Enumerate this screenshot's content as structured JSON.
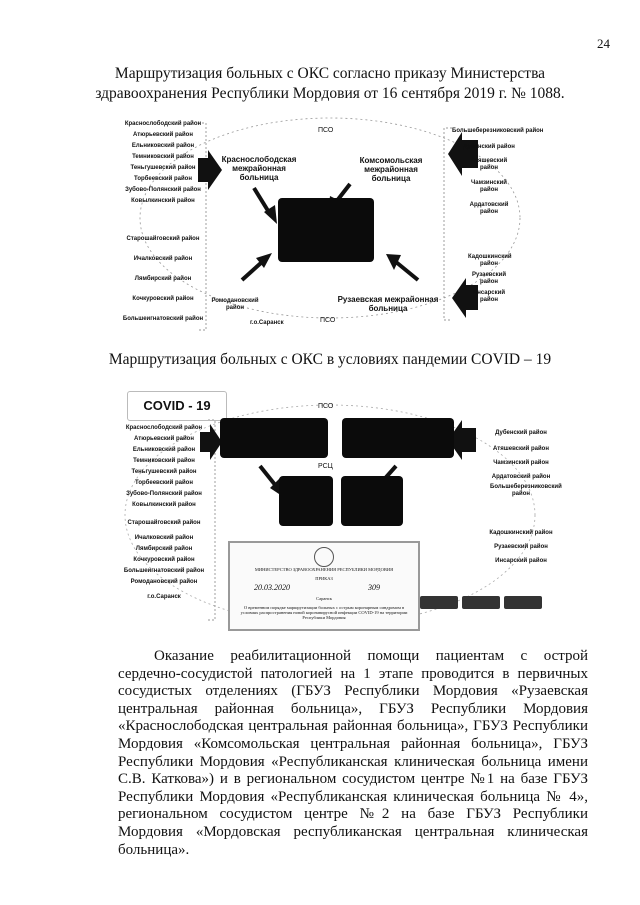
{
  "page_number": "24",
  "heading1": "Маршрутизация больных с ОКС согласно приказу Министерства здравоохранения Республики Мордовия от 16 сентября 2019 г. № 1088.",
  "heading2": "Маршрутизация больных с ОКС в условиях пандемии COVID – 19",
  "diagram1": {
    "left_regions": [
      "Краснослободский район",
      "Атюрьевский район",
      "Ельниковский район",
      "Темниковский район",
      "Теньгушевский район",
      "Торбеевский район",
      "Зубово-Полянский район",
      "Ковылкинский район",
      "Старошайговский район",
      "Ичалковский район",
      "Лямбирский район",
      "Кочкуровский район",
      "Большеигнатовский район"
    ],
    "right_regions": [
      "Большеберезниковский район",
      "Дубенский район",
      "Атяшевский район",
      "Чамзинский район",
      "Ардатовский район",
      "Кадошкинский район",
      "Рузаевский район",
      "Инсарский район"
    ],
    "bottom_regions": [
      "Ромодановский район",
      "г.о.Саранск"
    ],
    "hospitals": [
      "Краснослободская межрайонная больница",
      "Комсомольская межрайонная больница",
      "Рузаевская межрайонная больница"
    ],
    "pso_top": "ПСО",
    "pso_bottom": "ПСО"
  },
  "diagram2": {
    "covid_label": "COVID - 19",
    "pso_label": "ПСО",
    "rsc_label": "РСЦ",
    "left_regions": [
      "Краснослободский район",
      "Атюрьевский район",
      "Ельниковский район",
      "Темниковский район",
      "Теньгушевский район",
      "Торбеевский район",
      "Зубово-Полянский район",
      "Ковылкинский район",
      "Старошайговский район",
      "Ичалковский район",
      "Лямбирский район",
      "Кочкуровский район",
      "Большеигнатовский район",
      "Ромодановский район",
      "г.о.Саранск"
    ],
    "right_regions": [
      "Дубенский район",
      "Атяшевский район",
      "Чамзинский район",
      "Ардатовский район",
      "Большеберезниковский район",
      "Кадошкинский район",
      "Рузаевский район",
      "Инсарский район"
    ],
    "order": {
      "ministry": "МИНИСТЕРСТВО ЗДРАВООХРАНЕНИЯ РЕСПУБЛИКИ МОРДОВИЯ",
      "type": "ПРИКАЗ",
      "date": "20.03.2020",
      "number": "309",
      "city": "Саранск",
      "text": "О временном порядке маршрутизации больных с острым коронарным синдромом в условиях распространения новой коронавирусной инфекции COVID-19 на территории Республики Мордовия"
    }
  },
  "body_text": "Оказание реабилитационной помощи пациентам с острой сердечно-сосудистой патологией на 1 этапе проводится в первичных сосудистых отделениях (ГБУЗ Республики Мордовия «Рузаевская центральная районная больница», ГБУЗ Республики Мордовия «Краснослободская центральная районная больница», ГБУЗ Республики Мордовия «Комсомольская центральная районная больница», ГБУЗ Республики Мордовия «Республиканская клиническая больница имени С.В. Каткова») и в региональном сосудистом центре №1 на базе ГБУЗ Республики Мордовия «Республиканская клиническая больница № 4», региональном сосудистом центре №2 на базе ГБУЗ Республики Мордовия «Мордовская республиканская центральная клиническая больница»."
}
